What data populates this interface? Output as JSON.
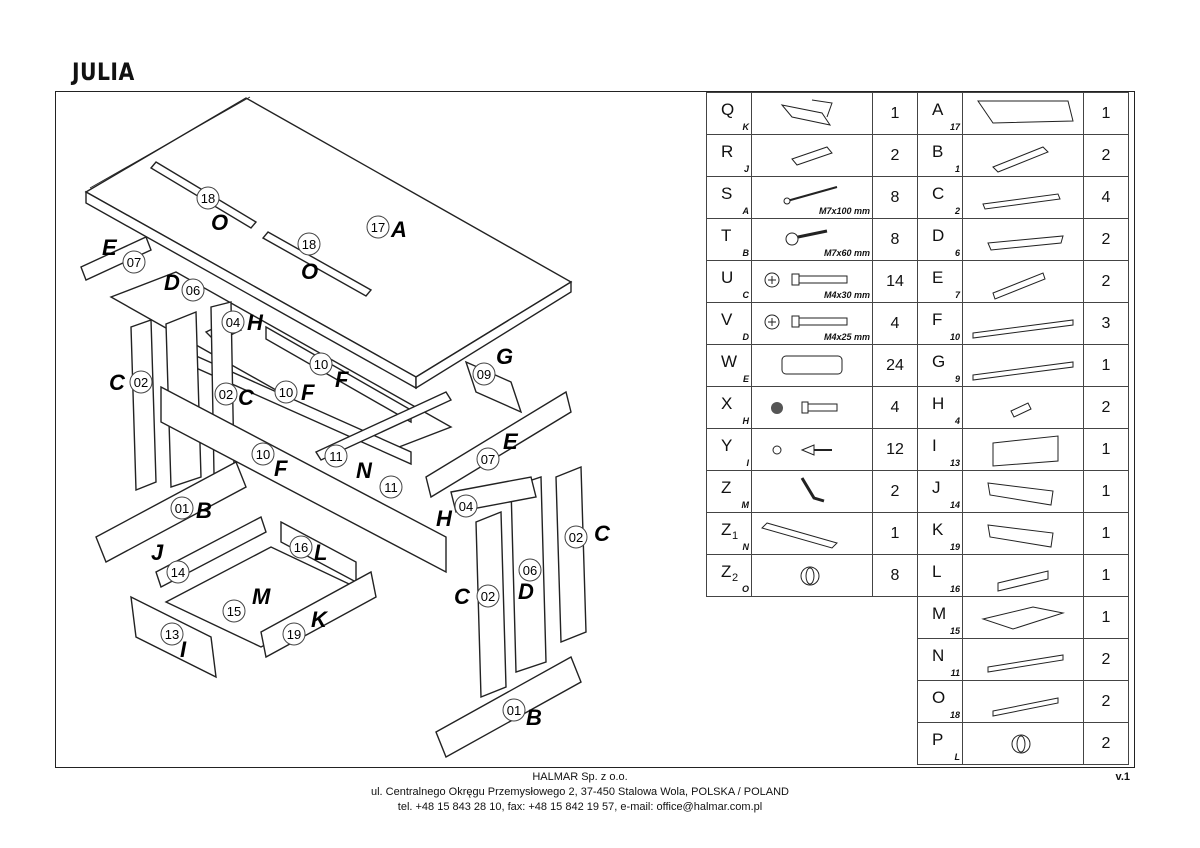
{
  "title": "JULIA",
  "footer": {
    "company": "HALMAR Sp. z o.o.",
    "address": "ul. Centralnego Okręgu Przemysłowego 2, 37-450 Stalowa Wola, POLSKA / POLAND",
    "contact": "tel. +48 15 843 28 10, fax: +48 15 842 19 57, e-mail: office@halmar.com.pl",
    "version": "v.1"
  },
  "hardware": [
    {
      "letter": "Q",
      "sub": "K",
      "spec": "",
      "qty": "1",
      "icon": "hinge-mechanism-icon"
    },
    {
      "letter": "R",
      "sub": "J",
      "spec": "",
      "qty": "2",
      "icon": "flat-hinge-icon"
    },
    {
      "letter": "S",
      "sub": "A",
      "spec": "M7x100 mm",
      "qty": "8",
      "icon": "long-screw-icon"
    },
    {
      "letter": "T",
      "sub": "B",
      "spec": "M7x60 mm",
      "qty": "8",
      "icon": "bolt-icon"
    },
    {
      "letter": "U",
      "sub": "C",
      "spec": "M4x30 mm",
      "qty": "14",
      "icon": "screw-icon"
    },
    {
      "letter": "V",
      "sub": "D",
      "spec": "M4x25 mm",
      "qty": "4",
      "icon": "screw-icon"
    },
    {
      "letter": "W",
      "sub": "E",
      "spec": "",
      "qty": "24",
      "icon": "dowel-icon"
    },
    {
      "letter": "X",
      "sub": "H",
      "spec": "",
      "qty": "4",
      "icon": "short-screw-icon"
    },
    {
      "letter": "Y",
      "sub": "I",
      "spec": "",
      "qty": "12",
      "icon": "small-screw-icon"
    },
    {
      "letter": "Z",
      "sub": "M",
      "spec": "",
      "qty": "2",
      "icon": "allen-key-icon"
    },
    {
      "letter": "Z",
      "sub": "N",
      "sub1": "1",
      "spec": "",
      "qty": "1",
      "icon": "drawer-rail-icon"
    },
    {
      "letter": "Z",
      "sub": "O",
      "sub1": "2",
      "spec": "",
      "qty": "8",
      "icon": "knob-icon"
    }
  ],
  "panels": [
    {
      "letter": "A",
      "sub": "17",
      "qty": "1",
      "icon": "desktop-board-icon"
    },
    {
      "letter": "B",
      "sub": "1",
      "qty": "2",
      "icon": "foot-rail-icon"
    },
    {
      "letter": "C",
      "sub": "2",
      "qty": "4",
      "icon": "leg-board-icon"
    },
    {
      "letter": "D",
      "sub": "6",
      "qty": "2",
      "icon": "drilled-board-icon"
    },
    {
      "letter": "E",
      "sub": "7",
      "qty": "2",
      "icon": "side-rail-icon"
    },
    {
      "letter": "F",
      "sub": "10",
      "qty": "3",
      "icon": "long-rail-icon"
    },
    {
      "letter": "G",
      "sub": "9",
      "qty": "1",
      "icon": "long-rail-icon"
    },
    {
      "letter": "H",
      "sub": "4",
      "qty": "2",
      "icon": "small-block-icon"
    },
    {
      "letter": "I",
      "sub": "13",
      "qty": "1",
      "icon": "drawer-front-icon"
    },
    {
      "letter": "J",
      "sub": "14",
      "qty": "1",
      "icon": "drawer-side-icon"
    },
    {
      "letter": "K",
      "sub": "19",
      "qty": "1",
      "icon": "drawer-side-icon"
    },
    {
      "letter": "L",
      "sub": "16",
      "qty": "1",
      "icon": "drawer-back-icon"
    },
    {
      "letter": "M",
      "sub": "15",
      "qty": "1",
      "icon": "drawer-bottom-icon"
    },
    {
      "letter": "N",
      "sub": "11",
      "qty": "2",
      "icon": "rod-icon"
    },
    {
      "letter": "O",
      "sub": "18",
      "qty": "2",
      "icon": "round-bar-icon"
    },
    {
      "letter": "P",
      "sub": "L",
      "qty": "2",
      "icon": "knob-icon"
    }
  ],
  "drawing": {
    "callouts": [
      {
        "num": "18",
        "letter": "O"
      },
      {
        "num": "18",
        "letter": "O"
      },
      {
        "num": "17",
        "letter": "A"
      },
      {
        "num": "07",
        "letter": "E"
      },
      {
        "num": "06",
        "letter": "D"
      },
      {
        "num": "04",
        "letter": "H"
      },
      {
        "num": "10",
        "letter": "F"
      },
      {
        "num": "10",
        "letter": "F"
      },
      {
        "num": "09",
        "letter": "G"
      },
      {
        "num": "02",
        "letter": "C"
      },
      {
        "num": "02",
        "letter": "C"
      },
      {
        "num": "10",
        "letter": "F"
      },
      {
        "num": "11",
        "letter": "N"
      },
      {
        "num": "11",
        "letter": ""
      },
      {
        "num": "07",
        "letter": "E"
      },
      {
        "num": "01",
        "letter": "B"
      },
      {
        "num": "04",
        "letter": "H"
      },
      {
        "num": "02",
        "letter": "C"
      },
      {
        "num": "16",
        "letter": "L"
      },
      {
        "num": "14",
        "letter": "J"
      },
      {
        "num": "15",
        "letter": "M"
      },
      {
        "num": "06",
        "letter": "D"
      },
      {
        "num": "02",
        "letter": "C"
      },
      {
        "num": "13",
        "letter": "I"
      },
      {
        "num": "19",
        "letter": "K"
      },
      {
        "num": "01",
        "letter": "B"
      }
    ]
  }
}
